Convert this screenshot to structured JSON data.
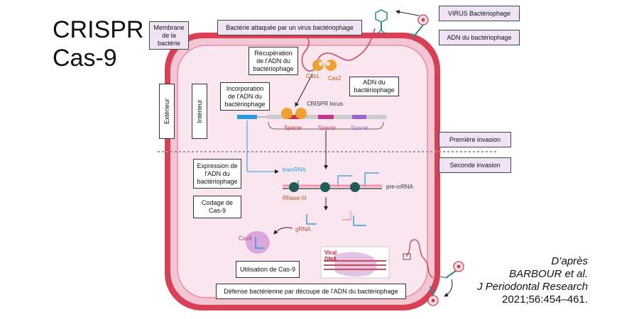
{
  "title": {
    "line1": "CRISPR",
    "line2": "Cas-9"
  },
  "citation": {
    "line1": "D’après",
    "line2": "BARBOUR et al.",
    "line3": "J Periodontal Research",
    "line4": "2021;56:454–461."
  },
  "boxes": {
    "membrane": "Membrane de la bactérie",
    "attacked": "Bactérie attaquée par un virus bactériophage",
    "virus": "VIRUS Bactériophage",
    "phage_dna_top": "ADN du bactériophage",
    "recuperation": "Récupération de l'ADN du bactériophage",
    "phage_dna_inside": "ADN du bactériophage",
    "incorporation": "Incorporation de l'ADN du bactériophage",
    "exterieur": "Extérieur",
    "interieur": "Intérieur",
    "first_invasion": "Première invasion",
    "second_invasion": "Seconde invasion",
    "expression": "Expression de l'ADN du bactériophage",
    "codage": "Codage de Cas-9",
    "utilisation": "Utilisation de Cas-9",
    "defense": "Défense bactérienne par découpe de l'ADN du bactériophage"
  },
  "labels": {
    "cas1": "Cas1",
    "cas2": "Cas2",
    "crispr_locus": "CRISPR locus",
    "spacer1": "Spacer",
    "spacer2": "Spacer",
    "spacer3": "Spacer",
    "tracrrna": "tracrRNA",
    "precrrna": "pre-crRNA",
    "rnase": "RNase III",
    "grna": "gRNA",
    "cas9": "Cas9",
    "viral": "Viral",
    "dna": "DNA"
  },
  "colors": {
    "cell_outer": "#d94055",
    "cell_fill": "#f9e6ee",
    "cell_inner_line": "#e58fa3",
    "cas_orange": "#f0a030",
    "spacer_red": "#cc3344",
    "spacer_magenta": "#c03a8c",
    "spacer_purple": "#9966cc",
    "teal": "#2a8a80",
    "blue_gene": "#2a9ad8",
    "rnase_green": "#1f5e58",
    "phage_dna": "#d04a5a",
    "box_lilac": "#efe3f5"
  },
  "icons": [
    "phage-icon",
    "cas1-cas2-icon",
    "cas9-icon",
    "rnase-iii-icon",
    "arrow-icon"
  ]
}
